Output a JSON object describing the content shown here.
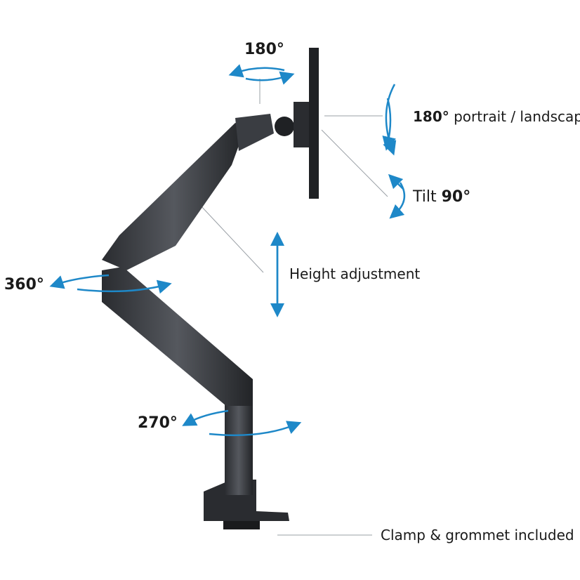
{
  "labels": {
    "rotate_top": "180°",
    "portrait_num": "180°",
    "portrait_text": "portrait / landscape",
    "tilt_text": "Tilt",
    "tilt_num": "90°",
    "height": "Height adjustment",
    "swivel_arm": "360°",
    "swivel_base": "270°",
    "clamp": "Clamp & grommet included"
  },
  "colors": {
    "accent": "#1e88c8",
    "arm": "#3a3d42",
    "arm_dark": "#1f2124",
    "line": "#9aa0a6"
  }
}
